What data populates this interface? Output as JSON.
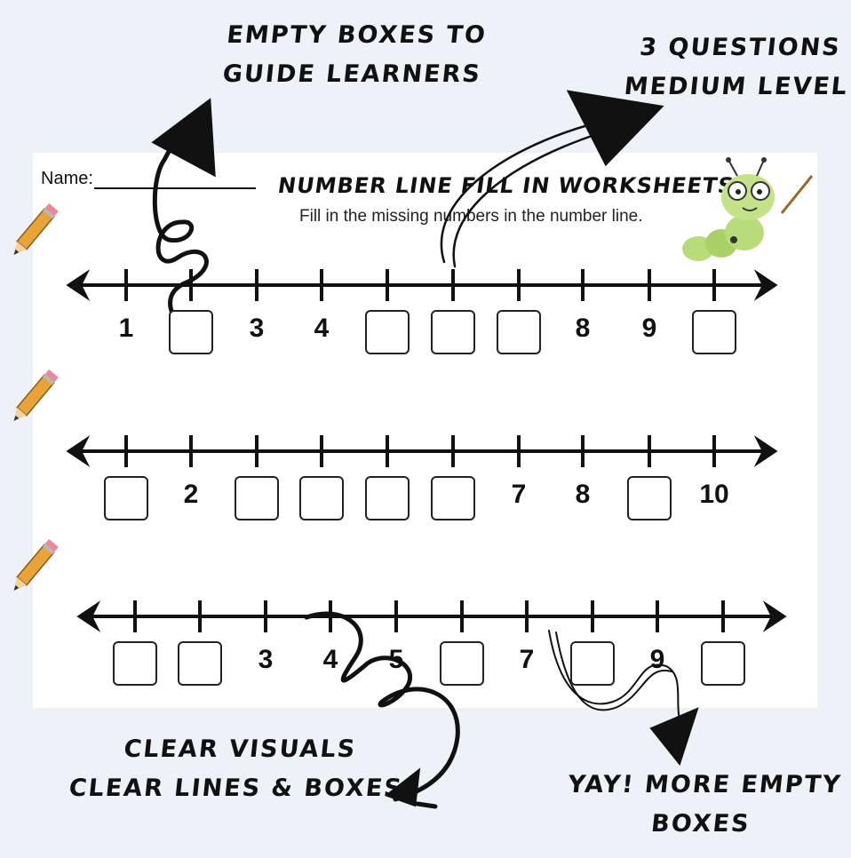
{
  "annotations": {
    "top_left": [
      "EMPTY BOXES TO",
      "GUIDE LEARNERS"
    ],
    "top_right": [
      "3 QUESTIONS",
      "MEDIUM  LEVEL"
    ],
    "bottom_left": [
      "CLEAR VISUALS",
      "CLEAR LINES & BOXES"
    ],
    "bottom_right": [
      "YAY! MORE EMPTY",
      "BOXES"
    ]
  },
  "worksheet": {
    "name_label": "Name:",
    "title": "NUMBER LINE  FILL IN WORKSHEETS",
    "subtitle": "Fill in the missing numbers in the number line."
  },
  "number_lines": [
    {
      "labels": [
        "1",
        "",
        "3",
        "4",
        "",
        "",
        "",
        "8",
        "9",
        ""
      ]
    },
    {
      "labels": [
        "",
        "2",
        "",
        "",
        "",
        "",
        "7",
        "8",
        "",
        "10"
      ]
    },
    {
      "labels": [
        "",
        "",
        "3",
        "4",
        "5",
        "",
        "7",
        "",
        "9",
        ""
      ]
    }
  ],
  "icons": [
    "pencil-icon",
    "caterpillar-mascot",
    "arrow-scribble"
  ]
}
